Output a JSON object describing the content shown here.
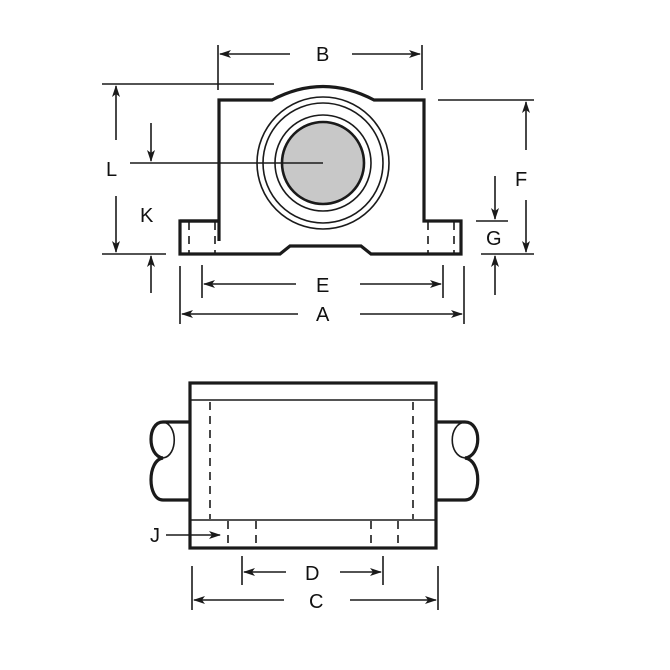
{
  "diagram": {
    "type": "engineering-dimension-drawing",
    "subject": "pillow block linear bearing housing",
    "views": {
      "front_view": {
        "dimension_labels": [
          "B",
          "L",
          "K",
          "F",
          "G",
          "E",
          "A"
        ]
      },
      "top_view": {
        "dimension_labels": [
          "J",
          "D",
          "C"
        ]
      }
    },
    "labels": {
      "A": "A",
      "B": "B",
      "C": "C",
      "D": "D",
      "E": "E",
      "F": "F",
      "G": "G",
      "J": "J",
      "K": "K",
      "L": "L"
    },
    "colors": {
      "line": "#1a1a1a",
      "bore_fill": "#c8c8c8",
      "background": "#ffffff"
    }
  }
}
